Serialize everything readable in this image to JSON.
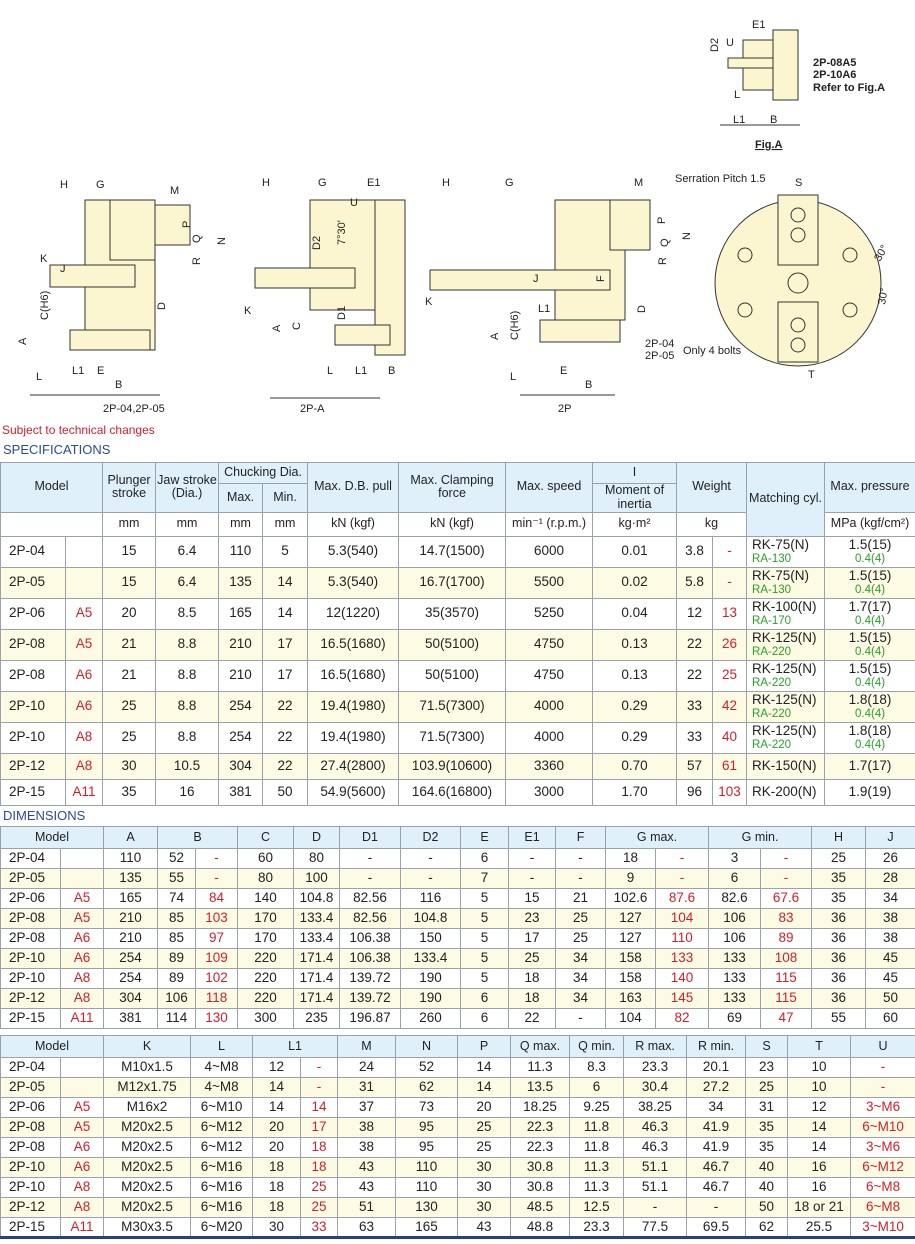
{
  "drawings": {
    "fig_a": {
      "title": "Fig.A",
      "models": [
        "2P-08A5",
        "2P-10A6"
      ],
      "ref": "Refer to Fig.A",
      "labels": [
        "D2",
        "E1",
        "U",
        "L",
        "L1",
        "B"
      ]
    },
    "views": [
      {
        "caption": "2P-04,2P-05",
        "labels": [
          "H",
          "G",
          "M",
          "K",
          "J",
          "C(H6)",
          "D",
          "A",
          "L",
          "L1",
          "E",
          "B",
          "P",
          "Q",
          "R",
          "N"
        ]
      },
      {
        "caption": "2P-A",
        "labels": [
          "H",
          "G",
          "E1",
          "U",
          "D2",
          "7°30'",
          "K",
          "C",
          "D1",
          "A",
          "L",
          "L1",
          "B"
        ]
      },
      {
        "caption": "2P",
        "labels": [
          "H",
          "G",
          "M",
          "P",
          "Q",
          "N",
          "J",
          "K",
          "C(H6)",
          "F",
          "L1",
          "D",
          "A",
          "L",
          "E",
          "B",
          "R"
        ]
      }
    ],
    "front": {
      "serration": "Serration Pitch  1.5",
      "labels": [
        "S",
        "T",
        "30°",
        "30°"
      ],
      "bolts_models": [
        "2P-04",
        "2P-05"
      ],
      "bolts_note": "Only 4 bolts"
    }
  },
  "note": "Subject to technical changes",
  "spec": {
    "title": "SPECIFICATIONS",
    "headers": {
      "model": "Model",
      "plunger": "Plunger stroke",
      "jaw": "Jaw stroke (Dia.)",
      "chucking": "Chucking Dia.",
      "max": "Max.",
      "min": "Min.",
      "pull": "Max. D.B. pull",
      "clamp": "Max. Clamping force",
      "speed": "Max. speed",
      "i": "I",
      "inertia": "Moment of inertia",
      "weight": "Weight",
      "cyl": "Matching cyl.",
      "pressure": "Max. pressure"
    },
    "units": [
      "mm",
      "mm",
      "mm",
      "mm",
      "kN (kgf)",
      "kN (kgf)",
      "min⁻¹ (r.p.m.)",
      "kg·m²",
      "kg",
      "MPa (kgf/cm²)"
    ],
    "rows": [
      [
        "2P-04",
        "",
        "15",
        "6.4",
        "110",
        "5",
        "5.3(540)",
        "14.7(1500)",
        "6000",
        "0.01",
        "3.8",
        "-",
        "RK-75(N)",
        "RA-130",
        "1.5(15)",
        "0.4(4)"
      ],
      [
        "2P-05",
        "",
        "15",
        "6.4",
        "135",
        "14",
        "5.3(540)",
        "16.7(1700)",
        "5500",
        "0.02",
        "5.8",
        "-",
        "RK-75(N)",
        "RA-130",
        "1.5(15)",
        "0.4(4)"
      ],
      [
        "2P-06",
        "A5",
        "20",
        "8.5",
        "165",
        "14",
        "12(1220)",
        "35(3570)",
        "5250",
        "0.04",
        "12",
        "13",
        "RK-100(N)",
        "RA-170",
        "1.7(17)",
        "0.4(4)"
      ],
      [
        "2P-08",
        "A5",
        "21",
        "8.8",
        "210",
        "17",
        "16.5(1680)",
        "50(5100)",
        "4750",
        "0.13",
        "22",
        "26",
        "RK-125(N)",
        "RA-220",
        "1.5(15)",
        "0.4(4)"
      ],
      [
        "2P-08",
        "A6",
        "21",
        "8.8",
        "210",
        "17",
        "16.5(1680)",
        "50(5100)",
        "4750",
        "0.13",
        "22",
        "25",
        "RK-125(N)",
        "RA-220",
        "1.5(15)",
        "0.4(4)"
      ],
      [
        "2P-10",
        "A6",
        "25",
        "8.8",
        "254",
        "22",
        "19.4(1980)",
        "71.5(7300)",
        "4000",
        "0.29",
        "33",
        "42",
        "RK-125(N)",
        "RA-220",
        "1.8(18)",
        "0.4(4)"
      ],
      [
        "2P-10",
        "A8",
        "25",
        "8.8",
        "254",
        "22",
        "19.4(1980)",
        "71.5(7300)",
        "4000",
        "0.29",
        "33",
        "40",
        "RK-125(N)",
        "RA-220",
        "1.8(18)",
        "0.4(4)"
      ],
      [
        "2P-12",
        "A8",
        "30",
        "10.5",
        "304",
        "22",
        "27.4(2800)",
        "103.9(10600)",
        "3360",
        "0.70",
        "57",
        "61",
        "RK-150(N)",
        "",
        "1.7(17)",
        ""
      ],
      [
        "2P-15",
        "A11",
        "35",
        "16",
        "381",
        "50",
        "54.9(5600)",
        "164.6(16800)",
        "3000",
        "1.70",
        "96",
        "103",
        "RK-200(N)",
        "",
        "1.9(19)",
        ""
      ]
    ]
  },
  "dims": {
    "title": "DIMENSIONS",
    "table1": {
      "headers": [
        "Model",
        "A",
        "B",
        "C",
        "D",
        "D1",
        "D2",
        "E",
        "E1",
        "F",
        "G max.",
        "G min.",
        "H",
        "J"
      ],
      "rows": [
        [
          "2P-04",
          "",
          "110",
          "52",
          "-",
          "60",
          "80",
          "-",
          "-",
          "6",
          "-",
          "-",
          "18",
          "-",
          "3",
          "-",
          "25",
          "26"
        ],
        [
          "2P-05",
          "",
          "135",
          "55",
          "-",
          "80",
          "100",
          "-",
          "-",
          "7",
          "-",
          "-",
          "9",
          "-",
          "6",
          "-",
          "35",
          "28"
        ],
        [
          "2P-06",
          "A5",
          "165",
          "74",
          "84",
          "140",
          "104.8",
          "82.56",
          "116",
          "5",
          "15",
          "21",
          "102.6",
          "87.6",
          "82.6",
          "67.6",
          "35",
          "34"
        ],
        [
          "2P-08",
          "A5",
          "210",
          "85",
          "103",
          "170",
          "133.4",
          "82.56",
          "104.8",
          "5",
          "23",
          "25",
          "127",
          "104",
          "106",
          "83",
          "36",
          "38"
        ],
        [
          "2P-08",
          "A6",
          "210",
          "85",
          "97",
          "170",
          "133.4",
          "106.38",
          "150",
          "5",
          "17",
          "25",
          "127",
          "110",
          "106",
          "89",
          "36",
          "38"
        ],
        [
          "2P-10",
          "A6",
          "254",
          "89",
          "109",
          "220",
          "171.4",
          "106.38",
          "133.4",
          "5",
          "25",
          "34",
          "158",
          "133",
          "133",
          "108",
          "36",
          "45"
        ],
        [
          "2P-10",
          "A8",
          "254",
          "89",
          "102",
          "220",
          "171.4",
          "139.72",
          "190",
          "5",
          "18",
          "34",
          "158",
          "140",
          "133",
          "115",
          "36",
          "45"
        ],
        [
          "2P-12",
          "A8",
          "304",
          "106",
          "118",
          "220",
          "171.4",
          "139.72",
          "190",
          "6",
          "18",
          "34",
          "163",
          "145",
          "133",
          "115",
          "36",
          "50"
        ],
        [
          "2P-15",
          "A11",
          "381",
          "114",
          "130",
          "300",
          "235",
          "196.87",
          "260",
          "6",
          "22",
          "-",
          "104",
          "82",
          "69",
          "47",
          "55",
          "60"
        ]
      ]
    },
    "table2": {
      "headers": [
        "Model",
        "K",
        "L",
        "L1",
        "M",
        "N",
        "P",
        "Q max.",
        "Q min.",
        "R max.",
        "R min.",
        "S",
        "T",
        "U"
      ],
      "rows": [
        [
          "2P-04",
          "",
          "M10x1.5",
          "4~M8",
          "12",
          "-",
          "24",
          "52",
          "14",
          "11.3",
          "8.3",
          "23.3",
          "20.1",
          "23",
          "10",
          "-"
        ],
        [
          "2P-05",
          "",
          "M12x1.75",
          "4~M8",
          "14",
          "-",
          "31",
          "62",
          "14",
          "13.5",
          "6",
          "30.4",
          "27.2",
          "25",
          "10",
          "-"
        ],
        [
          "2P-06",
          "A5",
          "M16x2",
          "6~M10",
          "14",
          "14",
          "37",
          "73",
          "20",
          "18.25",
          "9.25",
          "38.25",
          "34",
          "31",
          "12",
          "3~M6"
        ],
        [
          "2P-08",
          "A5",
          "M20x2.5",
          "6~M12",
          "20",
          "17",
          "38",
          "95",
          "25",
          "22.3",
          "11.8",
          "46.3",
          "41.9",
          "35",
          "14",
          "6~M10"
        ],
        [
          "2P-08",
          "A6",
          "M20x2.5",
          "6~M12",
          "20",
          "18",
          "38",
          "95",
          "25",
          "22.3",
          "11.8",
          "46.3",
          "41.9",
          "35",
          "14",
          "3~M6"
        ],
        [
          "2P-10",
          "A6",
          "M20x2.5",
          "6~M16",
          "18",
          "18",
          "43",
          "110",
          "30",
          "30.8",
          "11.3",
          "51.1",
          "46.7",
          "40",
          "16",
          "6~M12"
        ],
        [
          "2P-10",
          "A8",
          "M20x2.5",
          "6~M16",
          "18",
          "25",
          "43",
          "110",
          "30",
          "30.8",
          "11.3",
          "51.1",
          "46.7",
          "40",
          "16",
          "6~M8"
        ],
        [
          "2P-12",
          "A8",
          "M20x2.5",
          "6~M16",
          "18",
          "25",
          "51",
          "130",
          "30",
          "48.5",
          "12.5",
          "-",
          "-",
          "50",
          "18 or 21",
          "6~M8"
        ],
        [
          "2P-15",
          "A11",
          "M30x3.5",
          "6~M20",
          "30",
          "33",
          "63",
          "165",
          "43",
          "48.8",
          "23.3",
          "77.5",
          "69.5",
          "62",
          "25.5",
          "3~M10"
        ]
      ]
    }
  },
  "colors": {
    "header_bg": "#dff0fb",
    "alt_row": "#fdfbe4",
    "red": "#d0202a",
    "green": "#2aa02a",
    "title_blue": "#2a4a9a",
    "part_fill": "#fbf6cf"
  }
}
